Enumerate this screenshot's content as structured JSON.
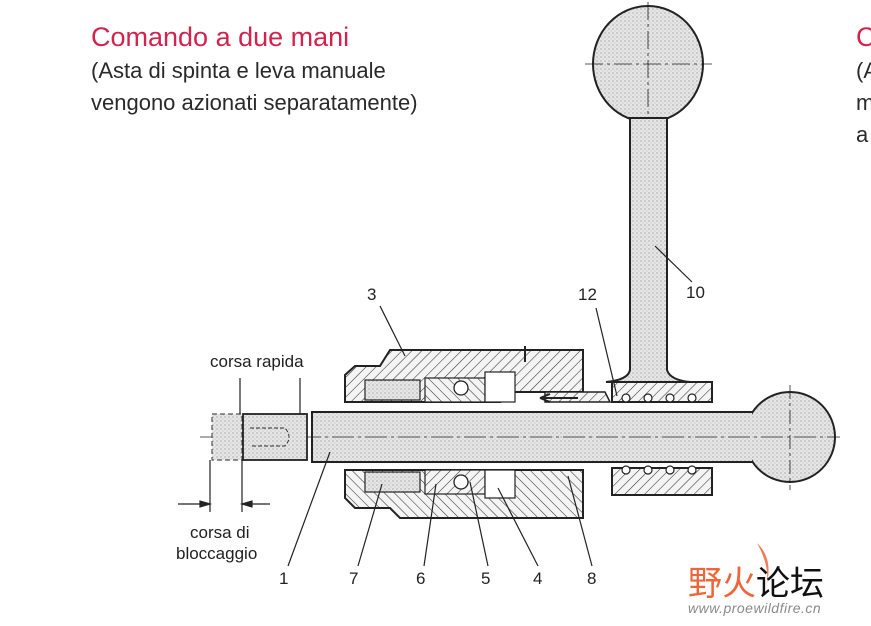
{
  "heading": {
    "title": "Comando a due mani",
    "subtitle_line1": "(Asta di spinta e leva manuale",
    "subtitle_line2": "vengono azionati separatamente)"
  },
  "cut_off_column": {
    "title": "C",
    "line1": "(A",
    "line2": "m",
    "line3": "a"
  },
  "diagram": {
    "dimension_labels": {
      "rapid_stroke": "corsa rapida",
      "locking_stroke_line1": "corsa di",
      "locking_stroke_line2": "bloccaggio"
    },
    "part_numbers": [
      "1",
      "3",
      "4",
      "5",
      "6",
      "7",
      "8",
      "10",
      "12"
    ]
  },
  "watermark": {
    "name_part1": "野火",
    "name_part2": "论坛",
    "url": "www.proewildfire.cn"
  },
  "colors": {
    "title": "#d2234d",
    "watermark_orange": "#f0643a"
  }
}
